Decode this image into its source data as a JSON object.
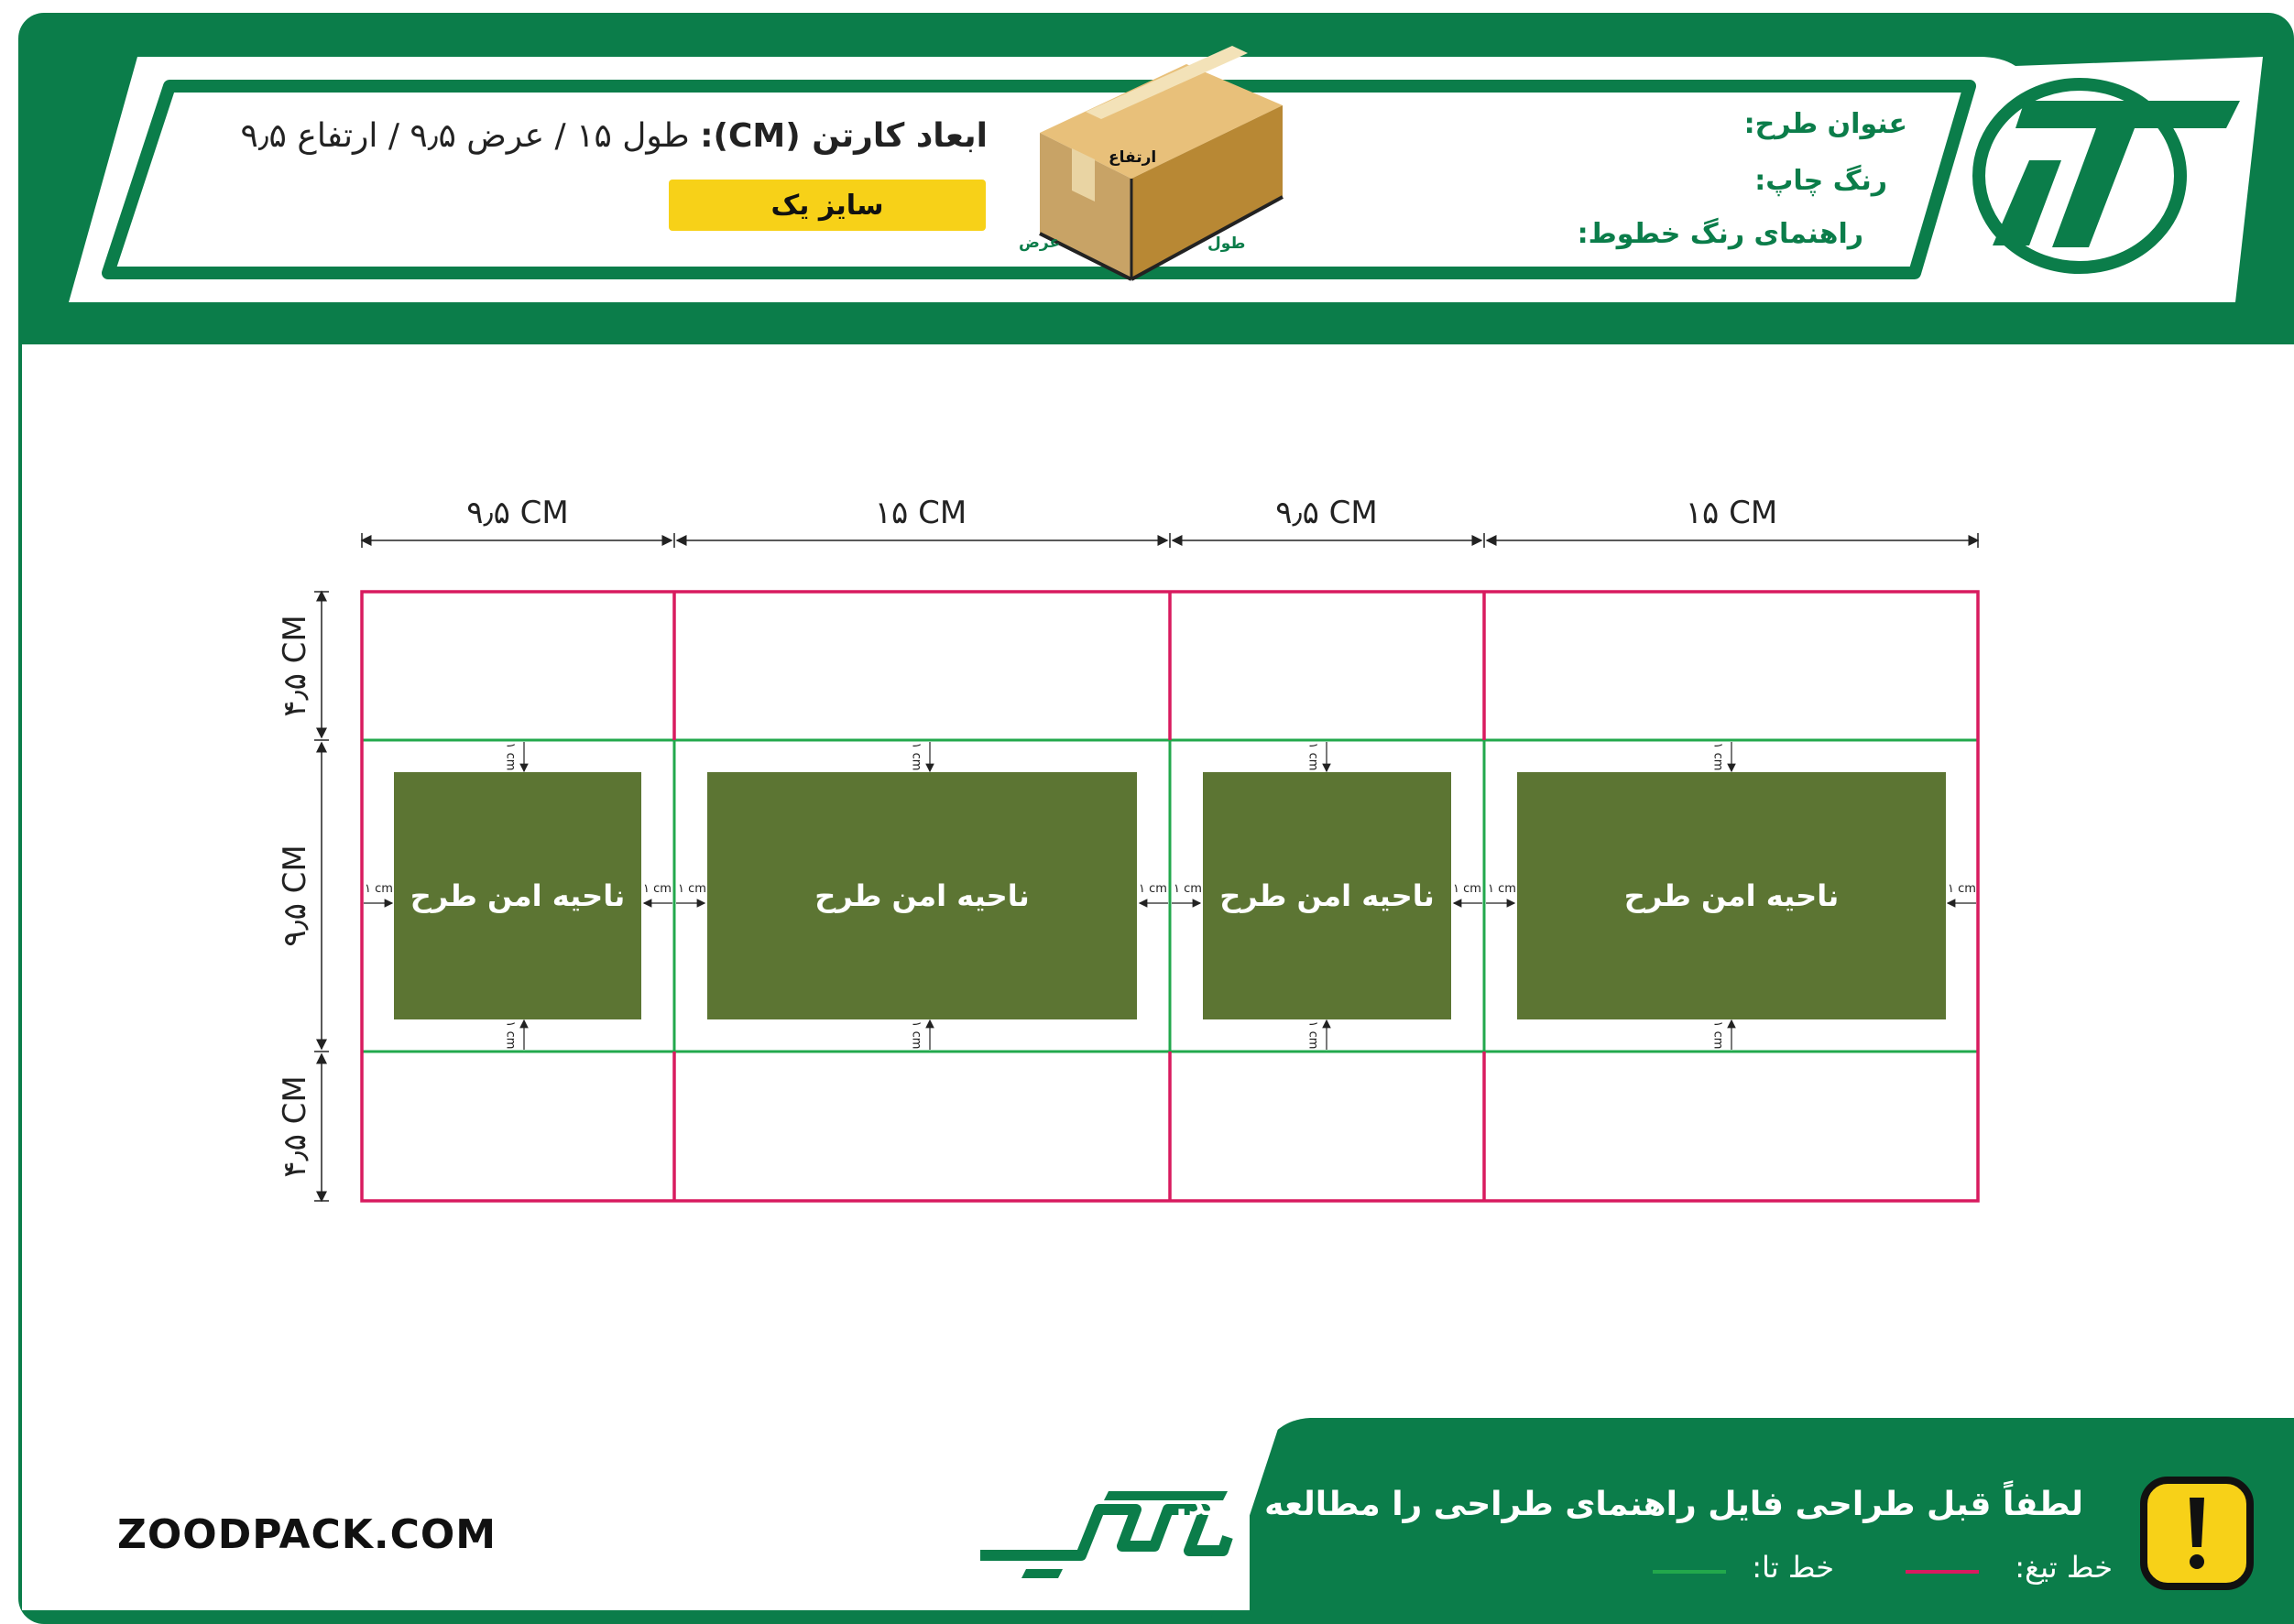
{
  "header": {
    "title_label": "عنوان طرح:",
    "print_color_label": "رنگ چاپ:",
    "line_color_guide_label": "راهنمای رنگ خطوط:",
    "dimensions_prefix": "ابعاد کارتن (CM):",
    "dimensions_value": "طول ۱۵ / عرض ۹٫۵ / ارتفاع ۹٫۵",
    "size_badge": "سایز یک",
    "box_labels": {
      "height": "ارتفاع",
      "width": "عرض",
      "length": "طول"
    }
  },
  "dieline": {
    "top_dimensions": [
      "۹٫۵ CM",
      "۱۵ CM",
      "۹٫۵ CM",
      "۱۵ CM"
    ],
    "side_dimensions": [
      "۴٫۵ CM",
      "۹٫۵ CM",
      "۴٫۵ CM"
    ],
    "safe_area_label": "ناحیه امن طرح",
    "margin_label": "۱ cm"
  },
  "footer": {
    "website": "ZOODPACK.COM",
    "notice": "لطفاً قبل طراحی فایل راهنمای طراحی را مطالعه کنید.",
    "legend_cut": "خط تیغ:",
    "legend_fold": "خط تا:"
  },
  "colors": {
    "brand_green": "#0b7d4a",
    "cut_line": "#d81b5f",
    "fold_line": "#22a84c",
    "safe_area": "#5c7533",
    "badge_yellow": "#f7d118"
  },
  "icons": {
    "brand_logo": "zoodpack-logo-icon",
    "box": "cardboard-box-icon",
    "warning": "exclamation-icon"
  }
}
